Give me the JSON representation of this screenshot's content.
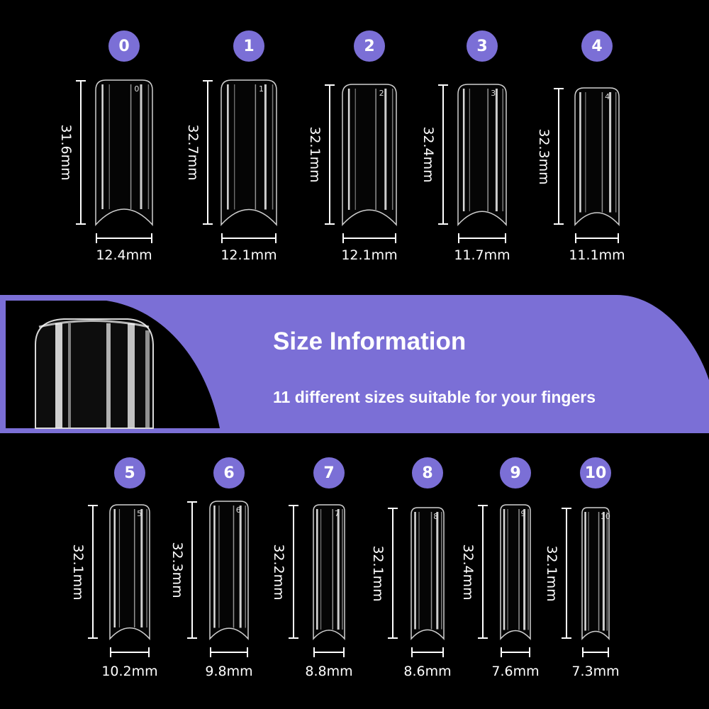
{
  "colors": {
    "accent": "#7b6fd6",
    "background": "#000000",
    "text": "#ffffff"
  },
  "banner": {
    "title": "Size Information",
    "subtitle": "11 different sizes suitable for your fingers"
  },
  "sizes": [
    {
      "number": "0",
      "height": "31.6mm",
      "width": "12.4mm",
      "tip_mark": "0"
    },
    {
      "number": "1",
      "height": "32.7mm",
      "width": "12.1mm",
      "tip_mark": "1"
    },
    {
      "number": "2",
      "height": "32.1mm",
      "width": "12.1mm",
      "tip_mark": "2"
    },
    {
      "number": "3",
      "height": "32.4mm",
      "width": "11.7mm",
      "tip_mark": "3"
    },
    {
      "number": "4",
      "height": "32.3mm",
      "width": "11.1mm",
      "tip_mark": "4"
    },
    {
      "number": "5",
      "height": "32.1mm",
      "width": "10.2mm",
      "tip_mark": "5"
    },
    {
      "number": "6",
      "height": "32.3mm",
      "width": "9.8mm",
      "tip_mark": "6"
    },
    {
      "number": "7",
      "height": "32.2mm",
      "width": "8.8mm",
      "tip_mark": "7"
    },
    {
      "number": "8",
      "height": "32.1mm",
      "width": "8.6mm",
      "tip_mark": "8"
    },
    {
      "number": "9",
      "height": "32.4mm",
      "width": "7.6mm",
      "tip_mark": "9"
    },
    {
      "number": "10",
      "height": "32.1mm",
      "width": "7.3mm",
      "tip_mark": "10"
    }
  ]
}
